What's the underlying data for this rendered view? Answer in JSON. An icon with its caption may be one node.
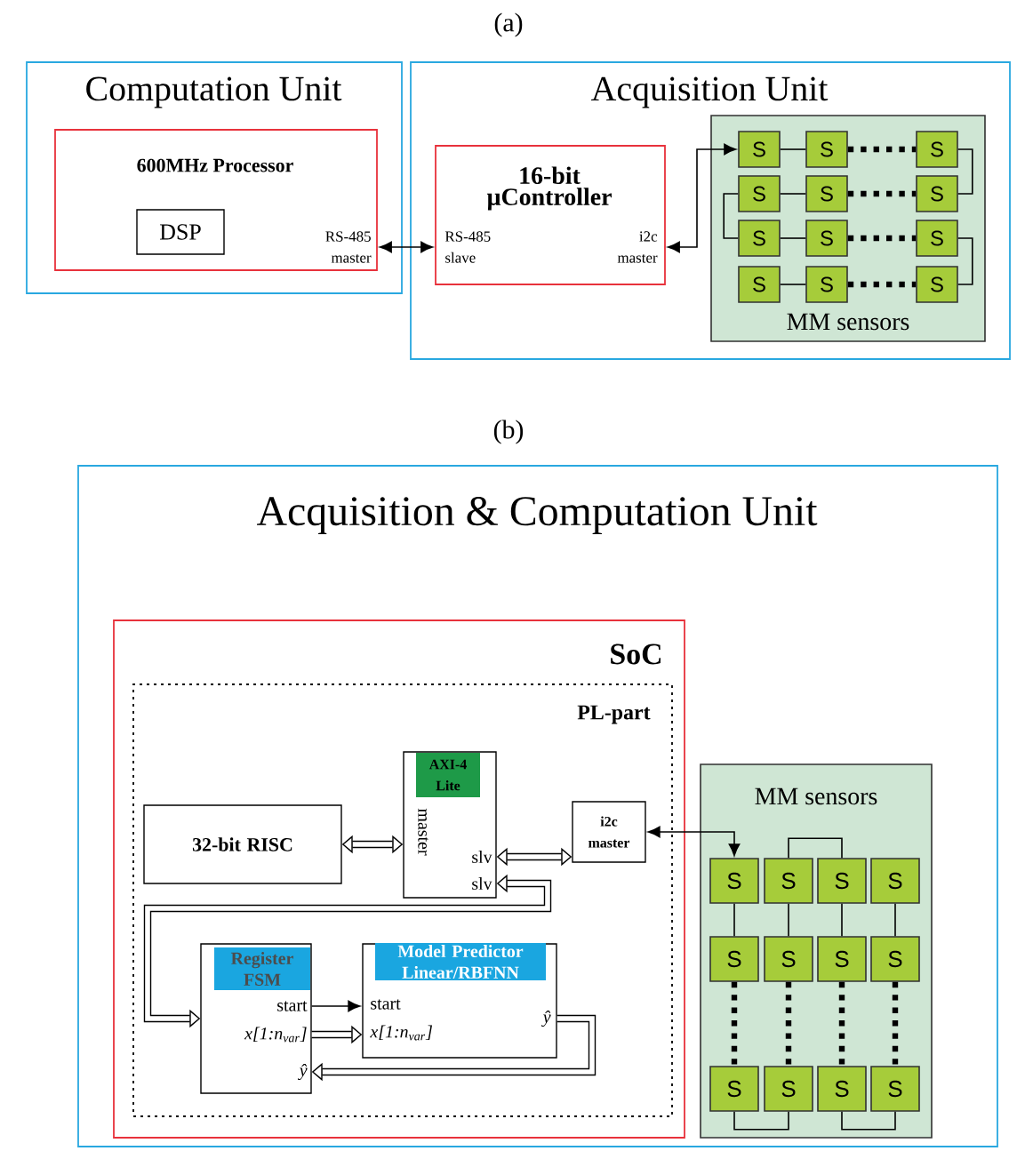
{
  "diagram": {
    "nodes": [
      {
        "text": [
          "Computation Unit"
        ]
      },
      {
        "text": [
          "600MHz Processor",
          "RS-485 master"
        ],
        "in": 0
      },
      {
        "text": [
          "DSP"
        ],
        "in": 1
      },
      {
        "text": [
          "Acquisition Unit"
        ]
      },
      {
        "text": [
          "16-bit µController",
          "RS-485 slave",
          "i2c master"
        ],
        "in": 3
      },
      {
        "text": [
          "MM sensors"
        ],
        "in": 3
      },
      {
        "text": [
          "S"
        ],
        "in": 5
      },
      {
        "text": [
          "S"
        ],
        "in": 5
      },
      {
        "text": [
          "S"
        ],
        "in": 5
      },
      {
        "text": [
          "S"
        ],
        "in": 5
      },
      {
        "text": [
          "S"
        ],
        "in": 5
      },
      {
        "text": [
          "S"
        ],
        "in": 5
      },
      {
        "text": [
          "S"
        ],
        "in": 5
      },
      {
        "text": [
          "S"
        ],
        "in": 5
      },
      {
        "text": [
          "S"
        ],
        "in": 5
      },
      {
        "text": [
          "S"
        ],
        "in": 5
      },
      {
        "text": [
          "S"
        ],
        "in": 5
      },
      {
        "text": [
          "S"
        ],
        "in": 5
      },
      {
        "text": [
          "Acquisition & Computation Unit"
        ]
      },
      {
        "text": [
          "SoC"
        ],
        "in": 18
      },
      {
        "text": [
          "PL-part"
        ],
        "in": 19
      },
      {
        "text": [
          "32-bit RISC"
        ],
        "in": 20
      },
      {
        "text": [
          "AXI-4 Lite",
          "master",
          "slv",
          "slv"
        ],
        "in": 20
      },
      {
        "text": [
          "i2c master"
        ],
        "in": 20
      },
      {
        "text": [
          "Register FSM",
          "start",
          "x[1:n$_{var}$]",
          "ŷ"
        ],
        "in": 20
      },
      {
        "text": [
          "Model Predictor Linear/RBFNN",
          "start",
          "x[1:n$_{var}$]",
          "ŷ"
        ],
        "in": 20
      },
      {
        "text": [
          "MM sensors"
        ],
        "in": 18
      },
      {
        "text": [
          "S"
        ],
        "in": 26
      },
      {
        "text": [
          "S"
        ],
        "in": 26
      },
      {
        "text": [
          "S"
        ],
        "in": 26
      },
      {
        "text": [
          "S"
        ],
        "in": 26
      },
      {
        "text": [
          "S"
        ],
        "in": 26
      },
      {
        "text": [
          "S"
        ],
        "in": 26
      },
      {
        "text": [
          "S"
        ],
        "in": 26
      },
      {
        "text": [
          "S"
        ],
        "in": 26
      },
      {
        "text": [
          "S"
        ],
        "in": 26
      },
      {
        "text": [
          "S"
        ],
        "in": 26
      },
      {
        "text": [
          "S"
        ],
        "in": 26
      },
      {
        "text": [
          "S"
        ],
        "in": 26
      }
    ],
    "edges": [
      {
        "from": 1,
        "to": 4,
        "arrow": "both"
      },
      {
        "from": 4,
        "to": 6,
        "arrow": "both"
      },
      {
        "from": 6,
        "to": 7,
        "arrow": "none"
      },
      {
        "from": 7,
        "to": 8,
        "arrow": "none",
        "style": "dashed"
      },
      {
        "from": 9,
        "to": 10,
        "arrow": "none"
      },
      {
        "from": 10,
        "to": 11,
        "arrow": "none",
        "style": "dashed"
      },
      {
        "from": 12,
        "to": 13,
        "arrow": "none"
      },
      {
        "from": 13,
        "to": 14,
        "arrow": "none",
        "style": "dashed"
      },
      {
        "from": 15,
        "to": 16,
        "arrow": "none"
      },
      {
        "from": 16,
        "to": 17,
        "arrow": "none",
        "style": "dashed"
      },
      {
        "from": 8,
        "to": 11,
        "arrow": "none"
      },
      {
        "from": 9,
        "to": 12,
        "arrow": "none"
      },
      {
        "from": 14,
        "to": 17,
        "arrow": "none"
      },
      {
        "from": 21,
        "to": 22,
        "arrow": "both",
        "style": "thick"
      },
      {
        "from": 22,
        "to": 23,
        "arrow": "both",
        "style": "thick"
      },
      {
        "from": 22,
        "to": 24,
        "arrow": "both",
        "style": "thick"
      },
      {
        "from": 24,
        "to": 25,
        "arrow": "to"
      },
      {
        "from": 24,
        "to": 25,
        "arrow": "to",
        "style": "thick"
      },
      {
        "from": 25,
        "to": 24,
        "arrow": "to",
        "style": "thick"
      },
      {
        "from": 23,
        "to": 27,
        "arrow": "both"
      },
      {
        "from": 27,
        "to": 31,
        "arrow": "none"
      },
      {
        "from": 28,
        "to": 32,
        "arrow": "none"
      },
      {
        "from": 29,
        "to": 33,
        "arrow": "none"
      },
      {
        "from": 30,
        "to": 34,
        "arrow": "none"
      },
      {
        "from": 31,
        "to": 35,
        "arrow": "none",
        "style": "dashed"
      },
      {
        "from": 32,
        "to": 36,
        "arrow": "none",
        "style": "dashed"
      },
      {
        "from": 33,
        "to": 37,
        "arrow": "none",
        "style": "dashed"
      },
      {
        "from": 34,
        "to": 38,
        "arrow": "none",
        "style": "dashed"
      },
      {
        "from": 28,
        "to": 29,
        "arrow": "none"
      },
      {
        "from": 35,
        "to": 36,
        "arrow": "none"
      },
      {
        "from": 37,
        "to": 38,
        "arrow": "none"
      }
    ],
    "labels": [
      "(a)",
      "(b)"
    ]
  }
}
